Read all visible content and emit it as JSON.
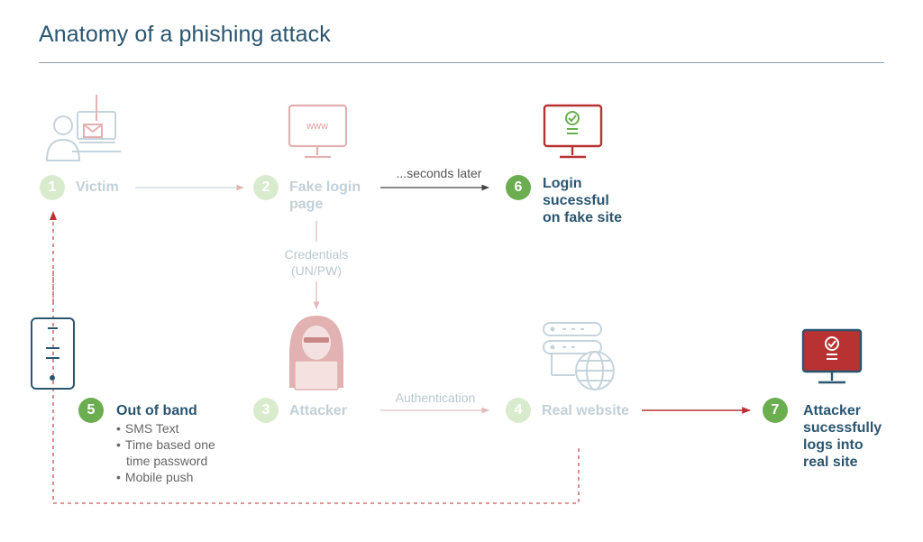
{
  "title": "Anatomy of a phishing attack",
  "colors": {
    "title": "#2a5670",
    "faded_text": "#c2d0d8",
    "accent_green": "#6bae50",
    "accent_red": "#b83232",
    "icon_faded_blue": "#c5d4dc",
    "icon_faded_red": "#e2b1b1",
    "icon_dark_blue": "#2a5670"
  },
  "steps": [
    {
      "number": "1",
      "label": "Victim",
      "icon": "victim-laptop-icon"
    },
    {
      "number": "2",
      "label": "Fake login page",
      "icon": "fake-website-monitor-icon",
      "icon_text": "www"
    },
    {
      "number": "3",
      "label": "Attacker",
      "icon": "hooded-hacker-icon"
    },
    {
      "number": "4",
      "label": "Real website",
      "icon": "server-globe-icon"
    },
    {
      "number": "5",
      "label": "Out of band",
      "icon": "mobile-phone-icon",
      "items": [
        "SMS Text",
        "Time based one",
        "time password",
        "Mobile push"
      ]
    },
    {
      "number": "6",
      "label_lines": [
        "Login",
        "sucessful",
        "on fake site"
      ],
      "icon": "monitor-check-icon"
    },
    {
      "number": "7",
      "label_lines": [
        "Attacker",
        "sucessfully",
        "logs into",
        "real site"
      ],
      "icon": "monitor-check-filled-icon"
    }
  ],
  "connectors": {
    "fake_to_success": "...seconds later",
    "fake_to_attacker": [
      "Credentials",
      "(UN/PW)"
    ],
    "attacker_to_real": "Authentication"
  }
}
